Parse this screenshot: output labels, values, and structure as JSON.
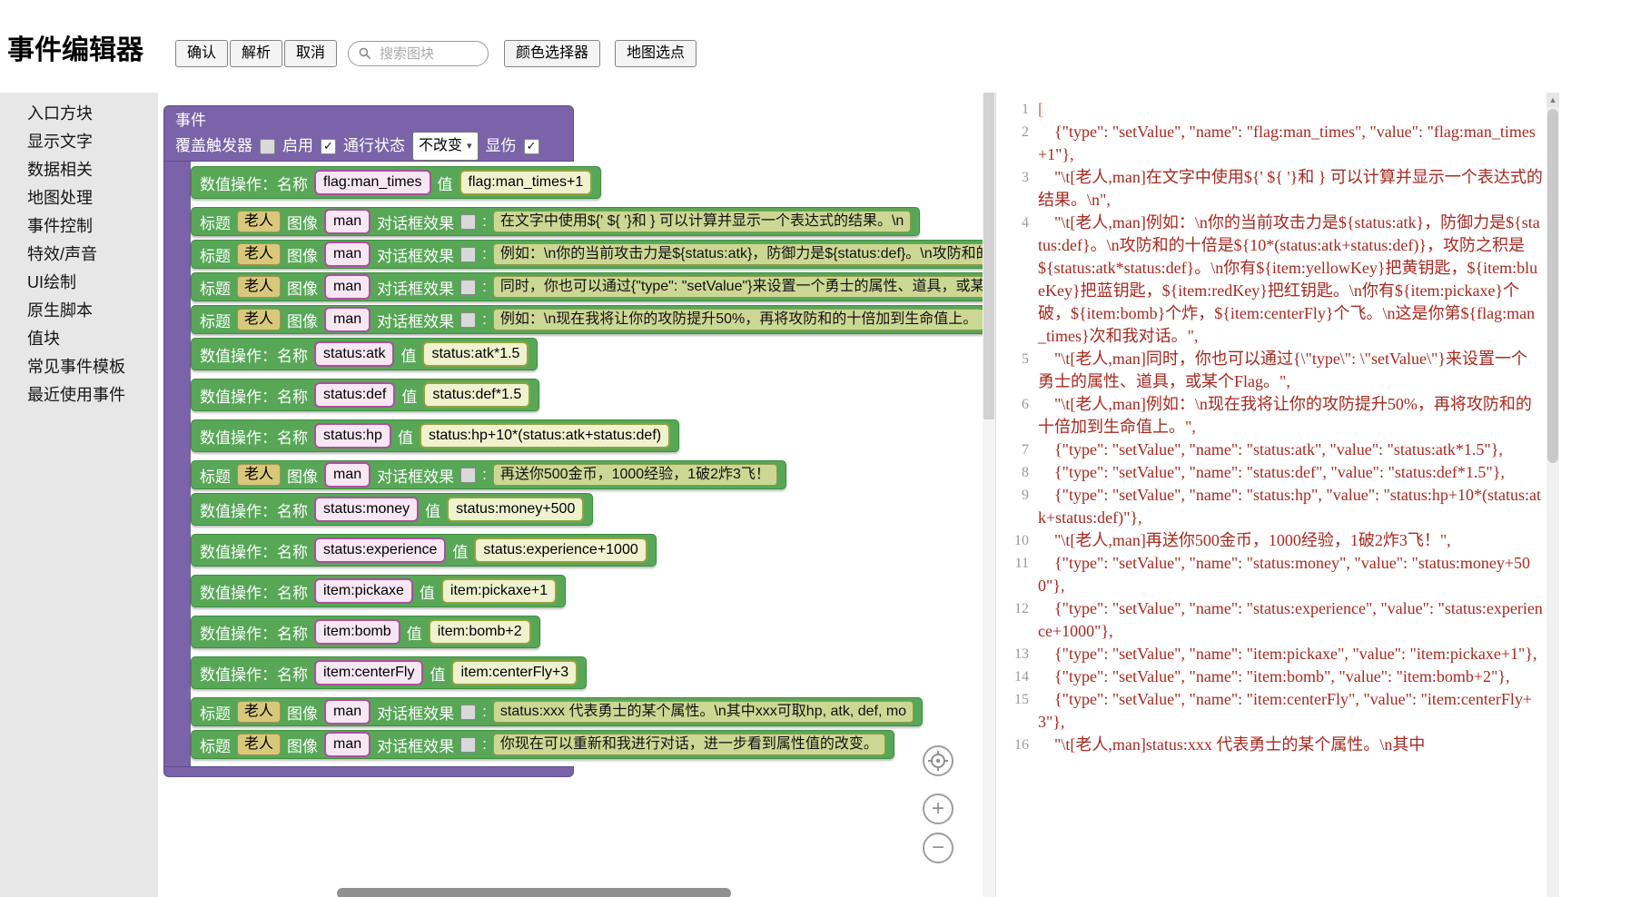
{
  "app": {
    "title": "事件编辑器"
  },
  "toolbar": {
    "confirm": "确认",
    "parse": "解析",
    "cancel": "取消",
    "search_placeholder": "搜索图块",
    "color_picker": "颜色选择器",
    "map_pick": "地图选点"
  },
  "sidebar": {
    "items": [
      "入口方块",
      "显示文字",
      "数据相关",
      "地图处理",
      "事件控制",
      "特效/声音",
      "UI绘制",
      "原生脚本",
      "值块",
      "常见事件模板",
      "最近使用事件"
    ]
  },
  "labels": {
    "event": "事件",
    "override_trigger": "覆盖触发器",
    "enable": "启用",
    "pass_state": "通行状态",
    "show_damage": "显伤",
    "setvalue_prefix": "数值操作：名称",
    "value": "值",
    "title": "标题",
    "image": "图像",
    "dialog_effect": "对话框效果",
    "colon": ":"
  },
  "event_settings": {
    "override_trigger": false,
    "enable": true,
    "pass_state": "不改变",
    "show_damage": true
  },
  "icons": {
    "check": "✓",
    "chevron_down": "▾",
    "plus": "+",
    "minus": "−",
    "up_arrow": "▲"
  },
  "blocks": [
    {
      "kind": "setValue",
      "name": "flag:man_times",
      "value": "flag:man_times+1"
    },
    {
      "kind": "text",
      "title": "老人",
      "image": "man",
      "text": "在文字中使用${' ${ '}和 } 可以计算并显示一个表达式的结果。\\n"
    },
    {
      "kind": "text",
      "title": "老人",
      "image": "man",
      "text": "例如：\\n你的当前攻击力是${status:atk}，防御力是${status:def}。\\n攻防和的十倍是${10*(status:atk+status:def)}，攻防之积是${status:atk*status:def}。\\n你有${item:yellowKey}把黄钥匙，${item:blueKey}把蓝钥匙，${item:redKey}把红钥匙。"
    },
    {
      "kind": "text",
      "title": "老人",
      "image": "man",
      "text": "同时，你也可以通过{\"type\": \"setValue\"}来设置一个勇士的属性、道具，或某个Flag。"
    },
    {
      "kind": "text",
      "title": "老人",
      "image": "man",
      "text": "例如：\\n现在我将让你的攻防提升50%，再将攻防和的十倍加到生命值上。"
    },
    {
      "kind": "setValue",
      "name": "status:atk",
      "value": "status:atk*1.5"
    },
    {
      "kind": "setValue",
      "name": "status:def",
      "value": "status:def*1.5"
    },
    {
      "kind": "setValue",
      "name": "status:hp",
      "value": "status:hp+10*(status:atk+status:def)"
    },
    {
      "kind": "text",
      "title": "老人",
      "image": "man",
      "text": "再送你500金币，1000经验，1破2炸3飞！"
    },
    {
      "kind": "setValue",
      "name": "status:money",
      "value": "status:money+500"
    },
    {
      "kind": "setValue",
      "name": "status:experience",
      "value": "status:experience+1000"
    },
    {
      "kind": "setValue",
      "name": "item:pickaxe",
      "value": "item:pickaxe+1"
    },
    {
      "kind": "setValue",
      "name": "item:bomb",
      "value": "item:bomb+2"
    },
    {
      "kind": "setValue",
      "name": "item:centerFly",
      "value": "item:centerFly+3"
    },
    {
      "kind": "text",
      "title": "老人",
      "image": "man",
      "text": "status:xxx 代表勇士的某个属性。\\n其中xxx可取hp, atk, def, mo"
    },
    {
      "kind": "text",
      "title": "老人",
      "image": "man",
      "text": "你现在可以重新和我进行对话，进一步看到属性值的改变。"
    }
  ],
  "code": {
    "lines": [
      {
        "no": 1,
        "text": "["
      },
      {
        "no": 2,
        "text": "    {\"type\": \"setValue\", \"name\": \"flag:man_times\", \"value\": \"flag:man_times+1\"},"
      },
      {
        "no": 3,
        "text": "    \"\\t[老人,man]在文字中使用${' ${ '}和 } 可以计算并显示一个表达式的结果。\\n\","
      },
      {
        "no": 4,
        "text": "    \"\\t[老人,man]例如：\\n你的当前攻击力是${status:atk}，防御力是${status:def}。\\n攻防和的十倍是${10*(status:atk+status:def)}，攻防之积是${status:atk*status:def}。\\n你有${item:yellowKey}把黄钥匙，${item:blueKey}把蓝钥匙，${item:redKey}把红钥匙。\\n你有${item:pickaxe}个破，${item:bomb}个炸，${item:centerFly}个飞。\\n这是你第${flag:man_times}次和我对话。\","
      },
      {
        "no": 5,
        "text": "    \"\\t[老人,man]同时，你也可以通过{\\\"type\\\": \\\"setValue\\\"}来设置一个勇士的属性、道具，或某个Flag。\","
      },
      {
        "no": 6,
        "text": "    \"\\t[老人,man]例如：\\n现在我将让你的攻防提升50%，再将攻防和的十倍加到生命值上。\","
      },
      {
        "no": 7,
        "text": "    {\"type\": \"setValue\", \"name\": \"status:atk\", \"value\": \"status:atk*1.5\"},"
      },
      {
        "no": 8,
        "text": "    {\"type\": \"setValue\", \"name\": \"status:def\", \"value\": \"status:def*1.5\"},"
      },
      {
        "no": 9,
        "text": "    {\"type\": \"setValue\", \"name\": \"status:hp\", \"value\": \"status:hp+10*(status:atk+status:def)\"},"
      },
      {
        "no": 10,
        "text": "    \"\\t[老人,man]再送你500金币，1000经验，1破2炸3飞！\","
      },
      {
        "no": 11,
        "text": "    {\"type\": \"setValue\", \"name\": \"status:money\", \"value\": \"status:money+500\"},"
      },
      {
        "no": 12,
        "text": "    {\"type\": \"setValue\", \"name\": \"status:experience\", \"value\": \"status:experience+1000\"},"
      },
      {
        "no": 13,
        "text": "    {\"type\": \"setValue\", \"name\": \"item:pickaxe\", \"value\": \"item:pickaxe+1\"},"
      },
      {
        "no": 14,
        "text": "    {\"type\": \"setValue\", \"name\": \"item:bomb\", \"value\": \"item:bomb+2\"},"
      },
      {
        "no": 15,
        "text": "    {\"type\": \"setValue\", \"name\": \"item:centerFly\", \"value\": \"item:centerFly+3\"},"
      },
      {
        "no": 16,
        "text": "    \"\\t[老人,man]status:xxx 代表勇士的某个属性。\\n其中"
      }
    ]
  }
}
